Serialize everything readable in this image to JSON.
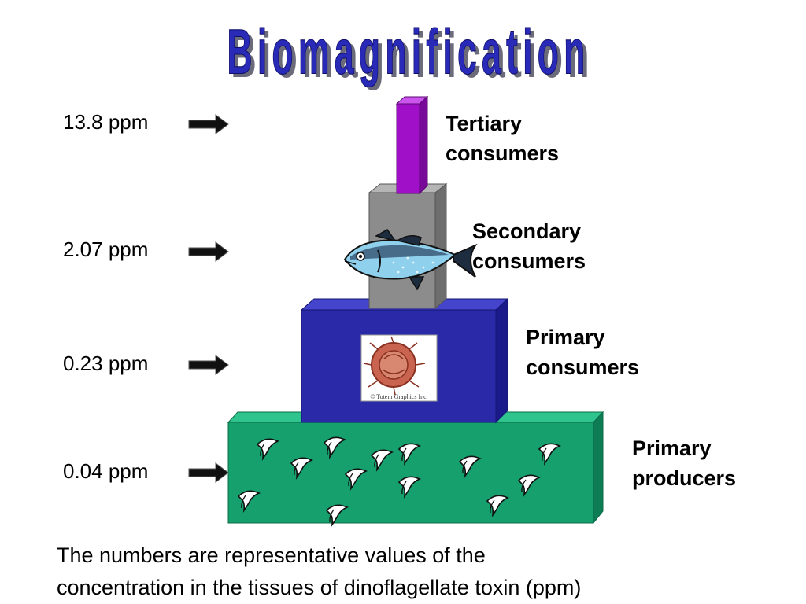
{
  "title": "Biomagnification",
  "colors": {
    "title_fill": "#2a2ab8",
    "title_shadow": "#6b6b7a",
    "producers": "#16a06e",
    "primary_consumers": "#2a2aa8",
    "secondary_consumers": "#8c8c8c",
    "tertiary_consumers": "#a010c8"
  },
  "levels": [
    {
      "ppm": "13.8 ppm",
      "label_line1": "Tertiary",
      "label_line2": "consumers",
      "icon": "predator-bar"
    },
    {
      "ppm": "2.07 ppm",
      "label_line1": "Secondary",
      "label_line2": "consumers",
      "icon": "fish-icon"
    },
    {
      "ppm": "0.23 ppm",
      "label_line1": "Primary",
      "label_line2": "consumers",
      "icon": "zooplankton-icon"
    },
    {
      "ppm": "0.04 ppm",
      "label_line1": "Primary",
      "label_line2": "producers",
      "icon": "dinoflagellate-icon"
    }
  ],
  "image_credit": "© Totem Graphics Inc.",
  "caption": {
    "line1": "The numbers are representative values of the",
    "line2": "concentration in the tissues of dinoflagellate toxin (ppm)"
  }
}
